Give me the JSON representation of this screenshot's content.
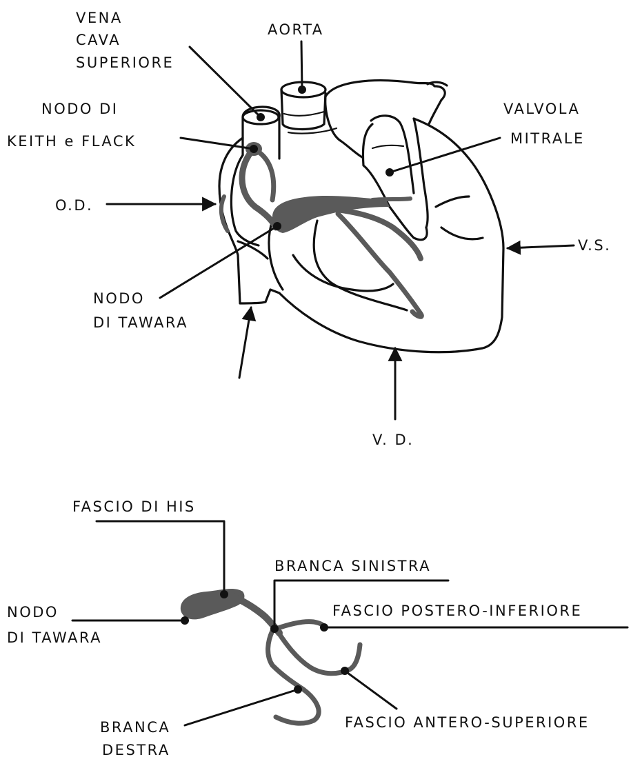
{
  "colors": {
    "ink": "#111111",
    "conduction": "#5a5a5a",
    "background": "#ffffff"
  },
  "top_diagram": {
    "vena_cava_line1": "VENA",
    "vena_cava_line2": "CAVA",
    "vena_cava_line3": "SUPERIORE",
    "aorta": "AORTA",
    "nodo_keith_line1": "NODO DI",
    "nodo_keith_line2": "KEITH e FLACK",
    "valvola_line1": "VALVOLA",
    "valvola_line2": "MITRALE",
    "od": "O.D.",
    "vs": "V.S.",
    "nodo_tawara_line1": "NODO",
    "nodo_tawara_line2": "DI TAWARA",
    "vd": "V. D."
  },
  "bottom_diagram": {
    "fascio_his": "FASCIO DI HIS",
    "branca_sinistra": "BRANCA SINISTRA",
    "nodo_tawara_line1": "NODO",
    "nodo_tawara_line2": "DI TAWARA",
    "fascio_postero": "FASCIO POSTERO-INFERIORE",
    "fascio_antero": "FASCIO ANTERO-SUPERIORE",
    "branca_destra_line1": "BRANCA",
    "branca_destra_line2": "DESTRA"
  }
}
